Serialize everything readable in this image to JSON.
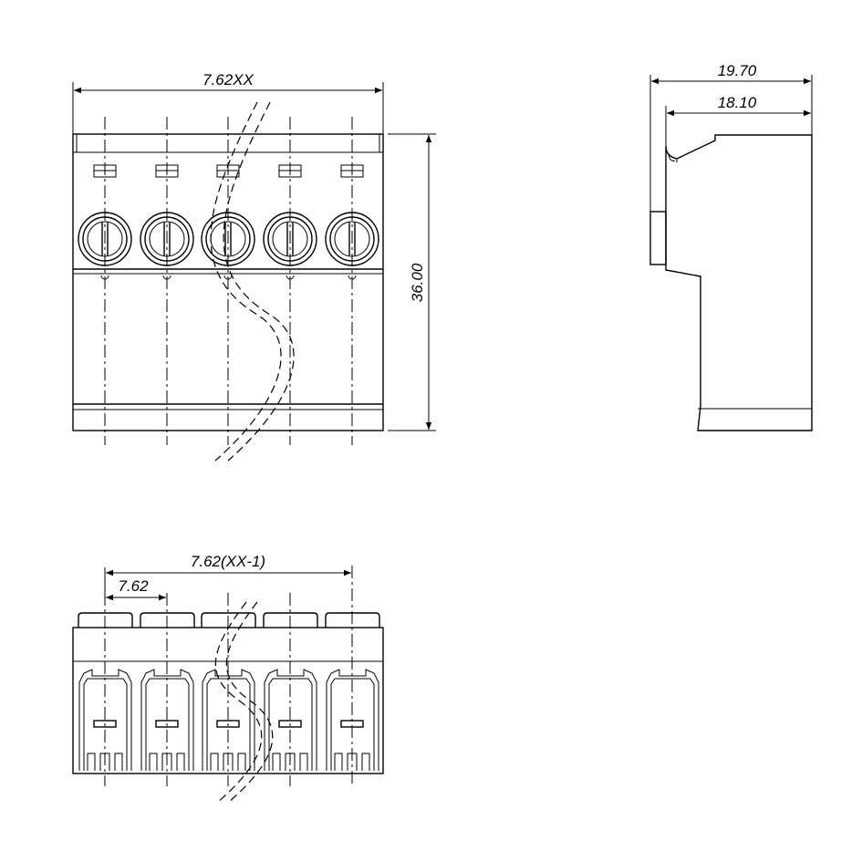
{
  "front_view": {
    "width_label": "7.62XX",
    "height_label": "36.00"
  },
  "side_view": {
    "overall_depth_label": "19.70",
    "body_depth_label": "18.10"
  },
  "bottom_view": {
    "span_label": "7.62(XX-1)",
    "pitch_label": "7.62"
  }
}
